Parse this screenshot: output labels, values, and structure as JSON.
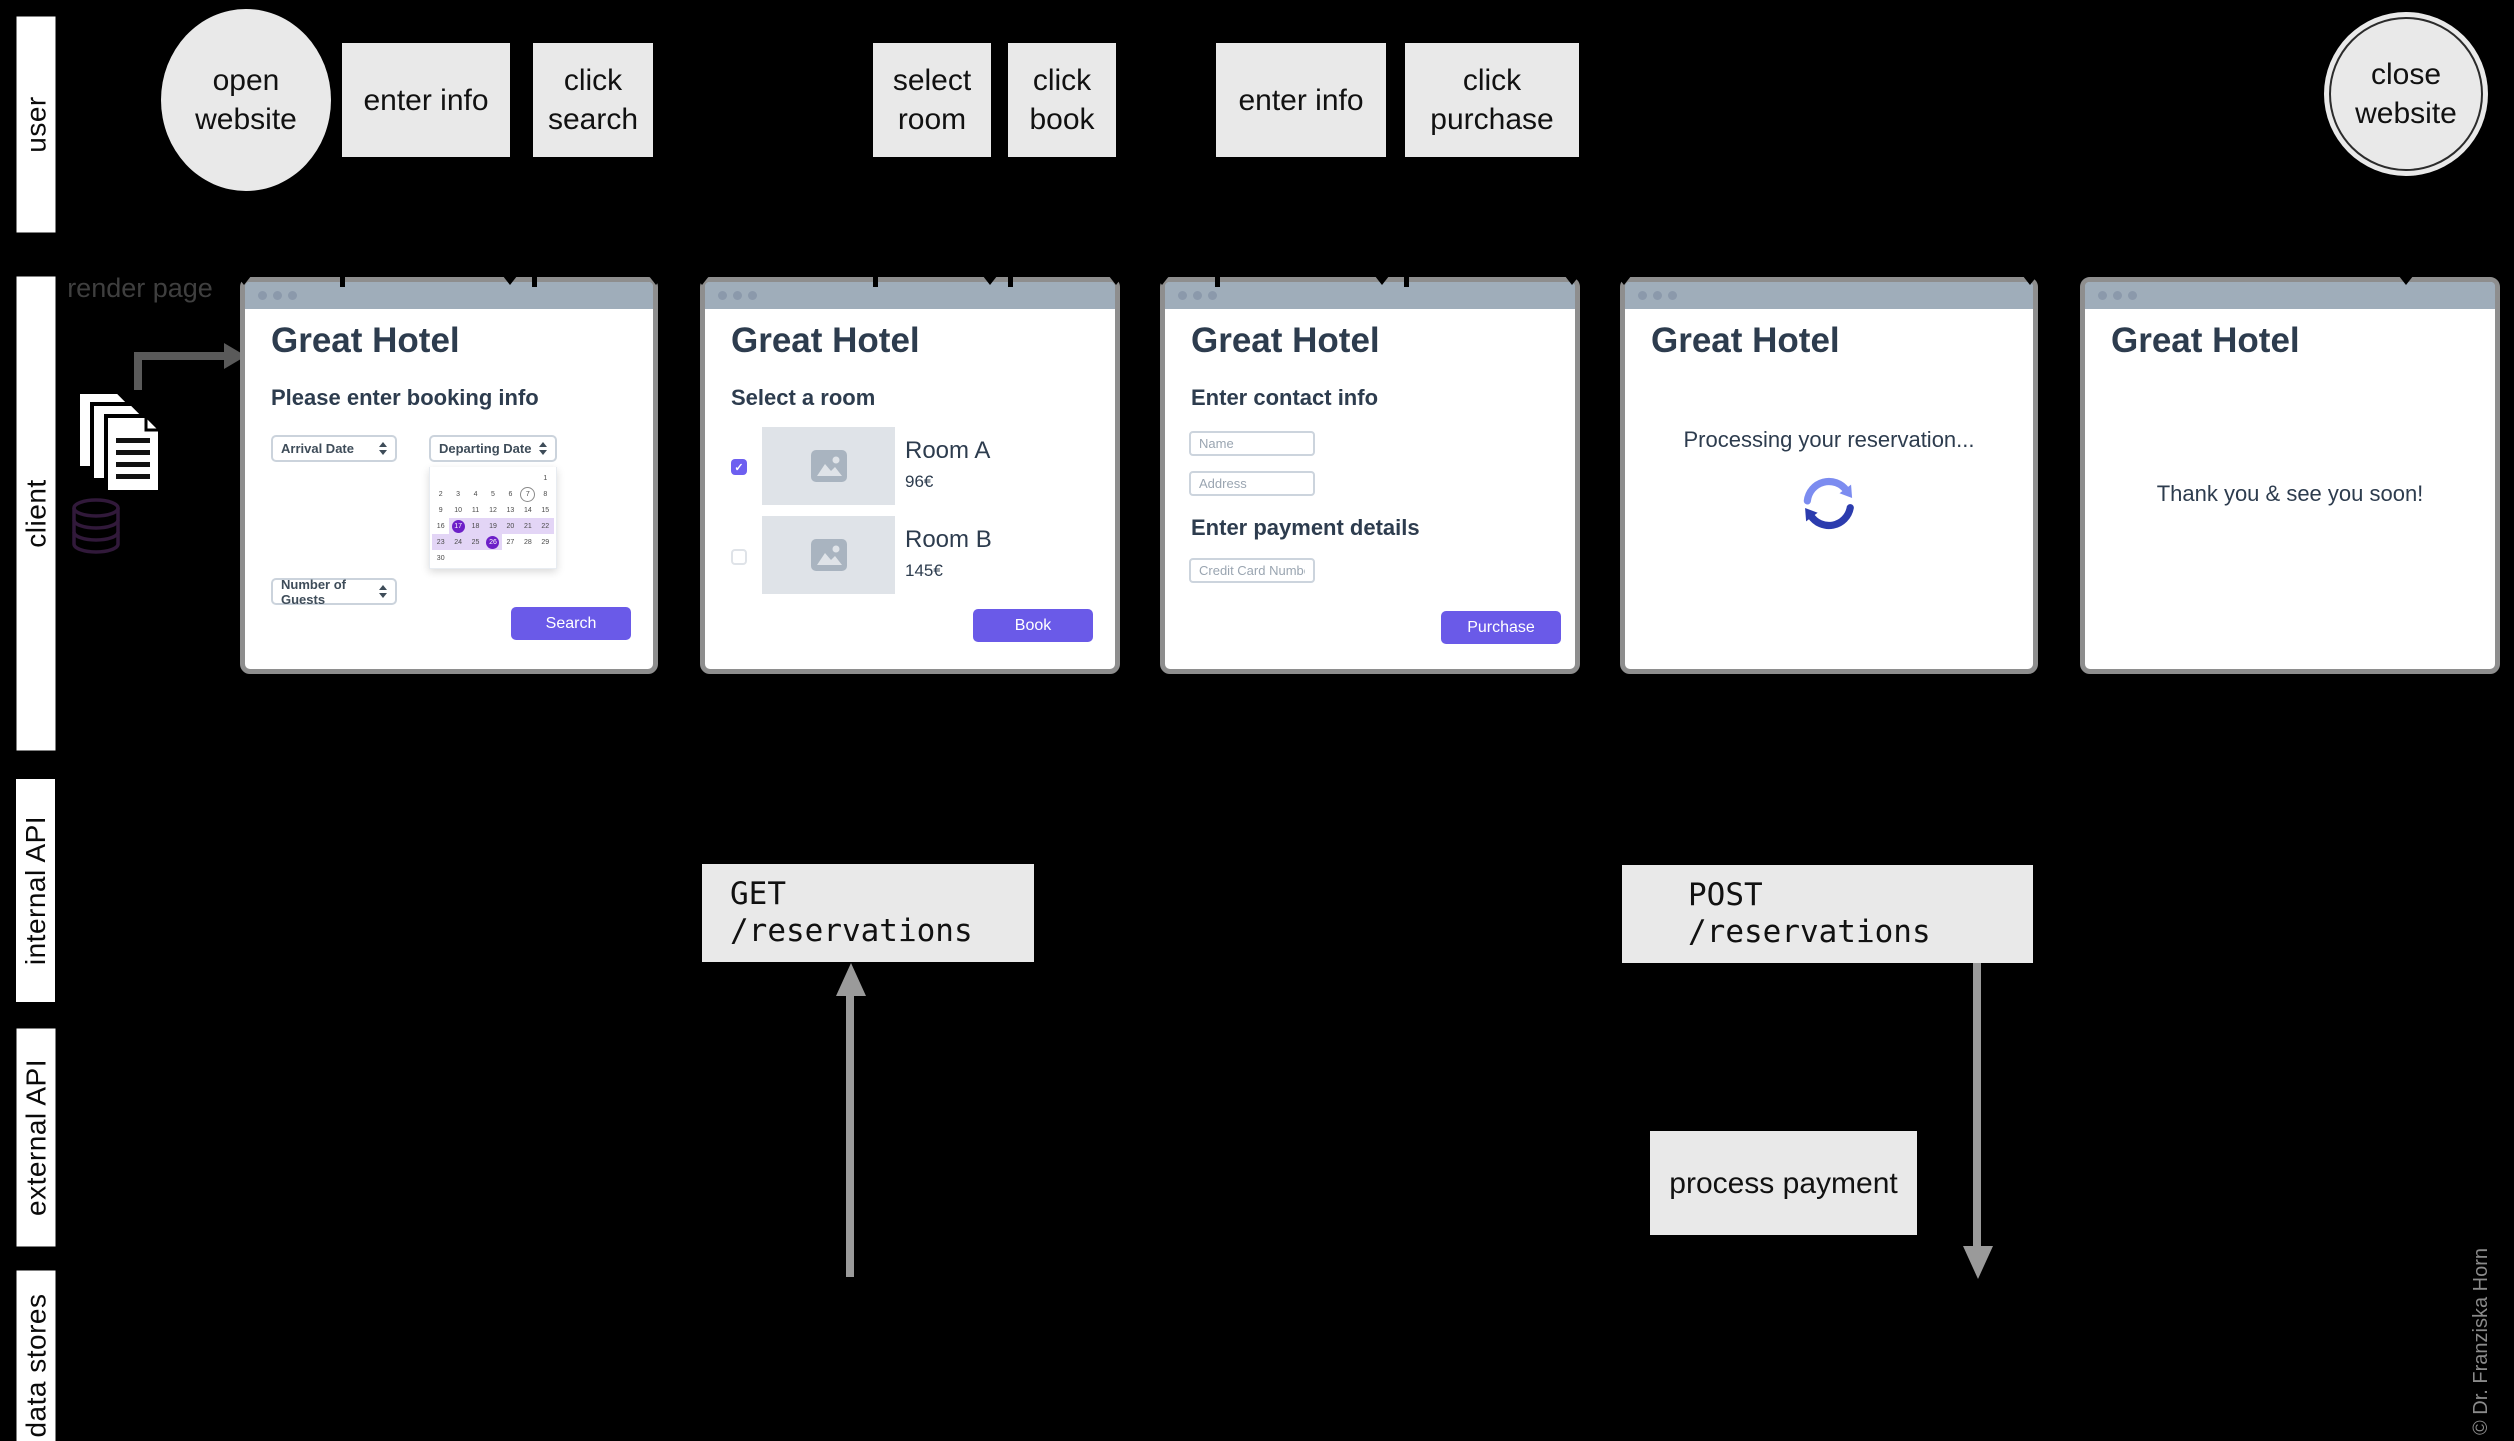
{
  "lanes": [
    "user",
    "client",
    "internal API",
    "external API",
    "data stores"
  ],
  "flow": {
    "start": "open website",
    "actions": [
      "enter info",
      "click search",
      "select room",
      "click book",
      "enter info",
      "click purchase"
    ],
    "end": "close website",
    "render_page": "render page"
  },
  "api": {
    "get": {
      "method": "GET",
      "path": "/reservations"
    },
    "post": {
      "method": "POST",
      "path": "/reservations"
    },
    "process_payment": "process payment"
  },
  "windows": [
    {
      "title": "Great Hotel",
      "heading": "Please enter booking info",
      "arrival_label": "Arrival Date",
      "departing_label": "Departing Date",
      "guests_label": "Number of Guests",
      "search_label": "Search",
      "calendar": {
        "num_days": 30,
        "first_day_col": 7,
        "circled_day": 7,
        "select_start": 17,
        "select_end": 26
      }
    },
    {
      "title": "Great Hotel",
      "heading": "Select a room",
      "rooms": [
        {
          "name": "Room A",
          "price": "96€",
          "checked": true
        },
        {
          "name": "Room B",
          "price": "145€",
          "checked": false
        }
      ],
      "book_label": "Book"
    },
    {
      "title": "Great Hotel",
      "heading": "Enter contact info",
      "heading2": "Enter payment details",
      "name_placeholder": "Name",
      "address_placeholder": "Address",
      "cc_placeholder": "Credit Card Number",
      "purchase_label": "Purchase"
    },
    {
      "title": "Great Hotel",
      "message": "Processing your reservation..."
    },
    {
      "title": "Great Hotel",
      "message": "Thank you & see you soon!"
    }
  ],
  "copyright": "© Dr. Franziska Horn",
  "colors": {
    "background": "#000000",
    "node_fill": "#e9e9e9",
    "accent_button": "#6a5ae8",
    "calendar_selected": "#6d1fc8",
    "calendar_range": "#e3d5f6",
    "checkbox_checked": "#6d5ff0",
    "titlebar": "#9fadba",
    "window_frame": "#8e8e8e",
    "arrow_gray": "#9a9a9a",
    "spinner_light": "#7c8cf0",
    "spinner_dark": "#2c3cae",
    "heading_text": "#2d3c4e"
  }
}
